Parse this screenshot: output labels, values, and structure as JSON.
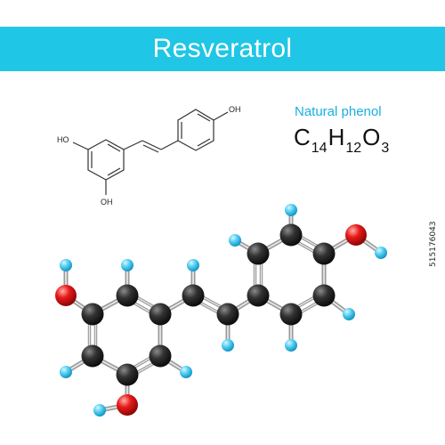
{
  "title": "Resveratrol",
  "subtitle": "Natural phenol",
  "formula": {
    "parts": [
      {
        "element": "C",
        "count": "14"
      },
      {
        "element": "H",
        "count": "12"
      },
      {
        "element": "O",
        "count": "3"
      }
    ]
  },
  "skeletal": {
    "labels": [
      "HO",
      "OH",
      "OH"
    ]
  },
  "stock_id": "515176043",
  "colors": {
    "banner": "#1fc6e6",
    "subtitle": "#1aaee0",
    "carbon": "#2b2b2b",
    "hydrogen": "#4ecdf2",
    "oxygen": "#e81919"
  }
}
